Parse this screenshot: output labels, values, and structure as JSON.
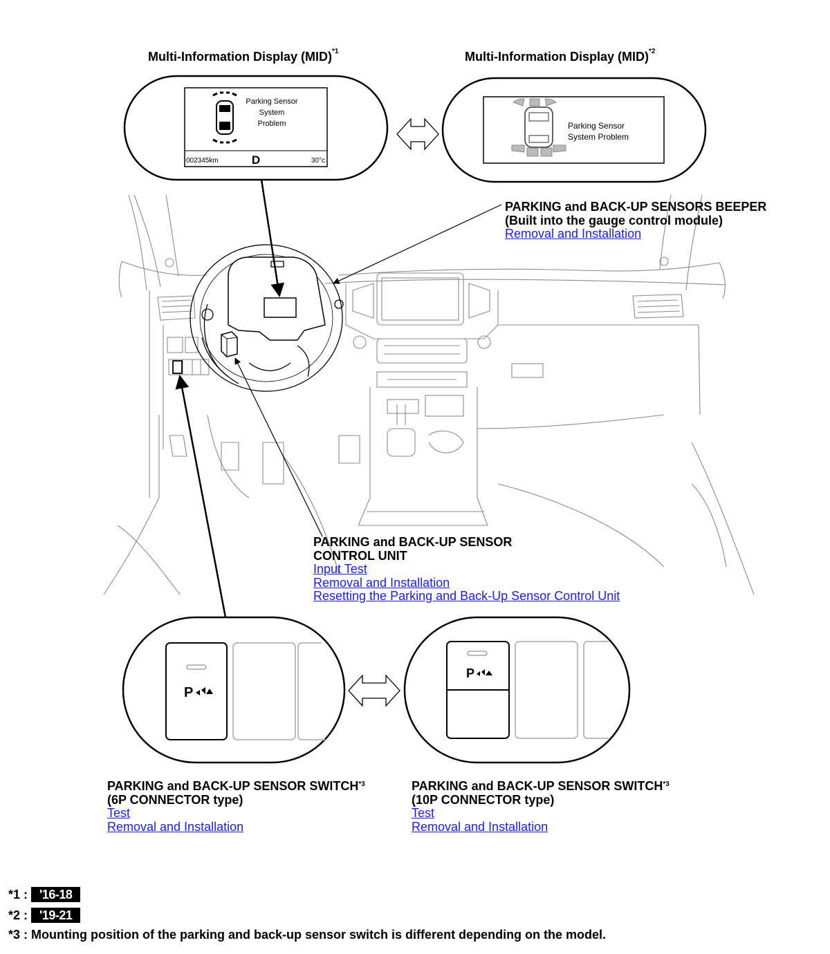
{
  "mid1": {
    "title": "Multi-Information Display (MID)",
    "title_sup": "*1",
    "screen_lines": [
      "Parking Sensor",
      "System",
      "Problem"
    ],
    "odometer": "002345km",
    "gear": "D",
    "temperature": "30°c"
  },
  "mid2": {
    "title": "Multi-Information Display (MID)",
    "title_sup": "*2",
    "screen_lines": [
      "Parking Sensor",
      "System Problem"
    ]
  },
  "beeper": {
    "line1": "PARKING and BACK-UP SENSORS BEEPER",
    "line2": "(Built into the gauge control module)",
    "links": [
      "Removal and Installation"
    ]
  },
  "control_unit": {
    "line1": "PARKING and BACK-UP SENSOR",
    "line2": "CONTROL UNIT",
    "links": [
      "Input Test",
      "Removal and Installation",
      "Resetting the Parking and Back-Up Sensor Control Unit"
    ]
  },
  "switch_6p": {
    "line1": "PARKING and BACK-UP SENSOR SWITCH",
    "line1_sup": "*3",
    "line2": "(6P CONNECTOR type)",
    "links": [
      "Test",
      "Removal and Installation"
    ]
  },
  "switch_10p": {
    "line1": "PARKING and BACK-UP SENSOR SWITCH",
    "line1_sup": "*3",
    "line2": "(10P CONNECTOR type)",
    "links": [
      "Test",
      "Removal and Installation"
    ]
  },
  "switch_icon_text": "P",
  "footnotes": [
    {
      "mark": "*1 :",
      "badge": "'16-18"
    },
    {
      "mark": "*2 :",
      "badge": "'19-21"
    },
    {
      "mark": "*3 :",
      "text": "Mounting position of the parking and back-up sensor switch is different depending on the model."
    }
  ],
  "colors": {
    "link": "#1a1aff",
    "line": "#000000",
    "sketch": "#8c8c8c",
    "background": "#ffffff"
  }
}
